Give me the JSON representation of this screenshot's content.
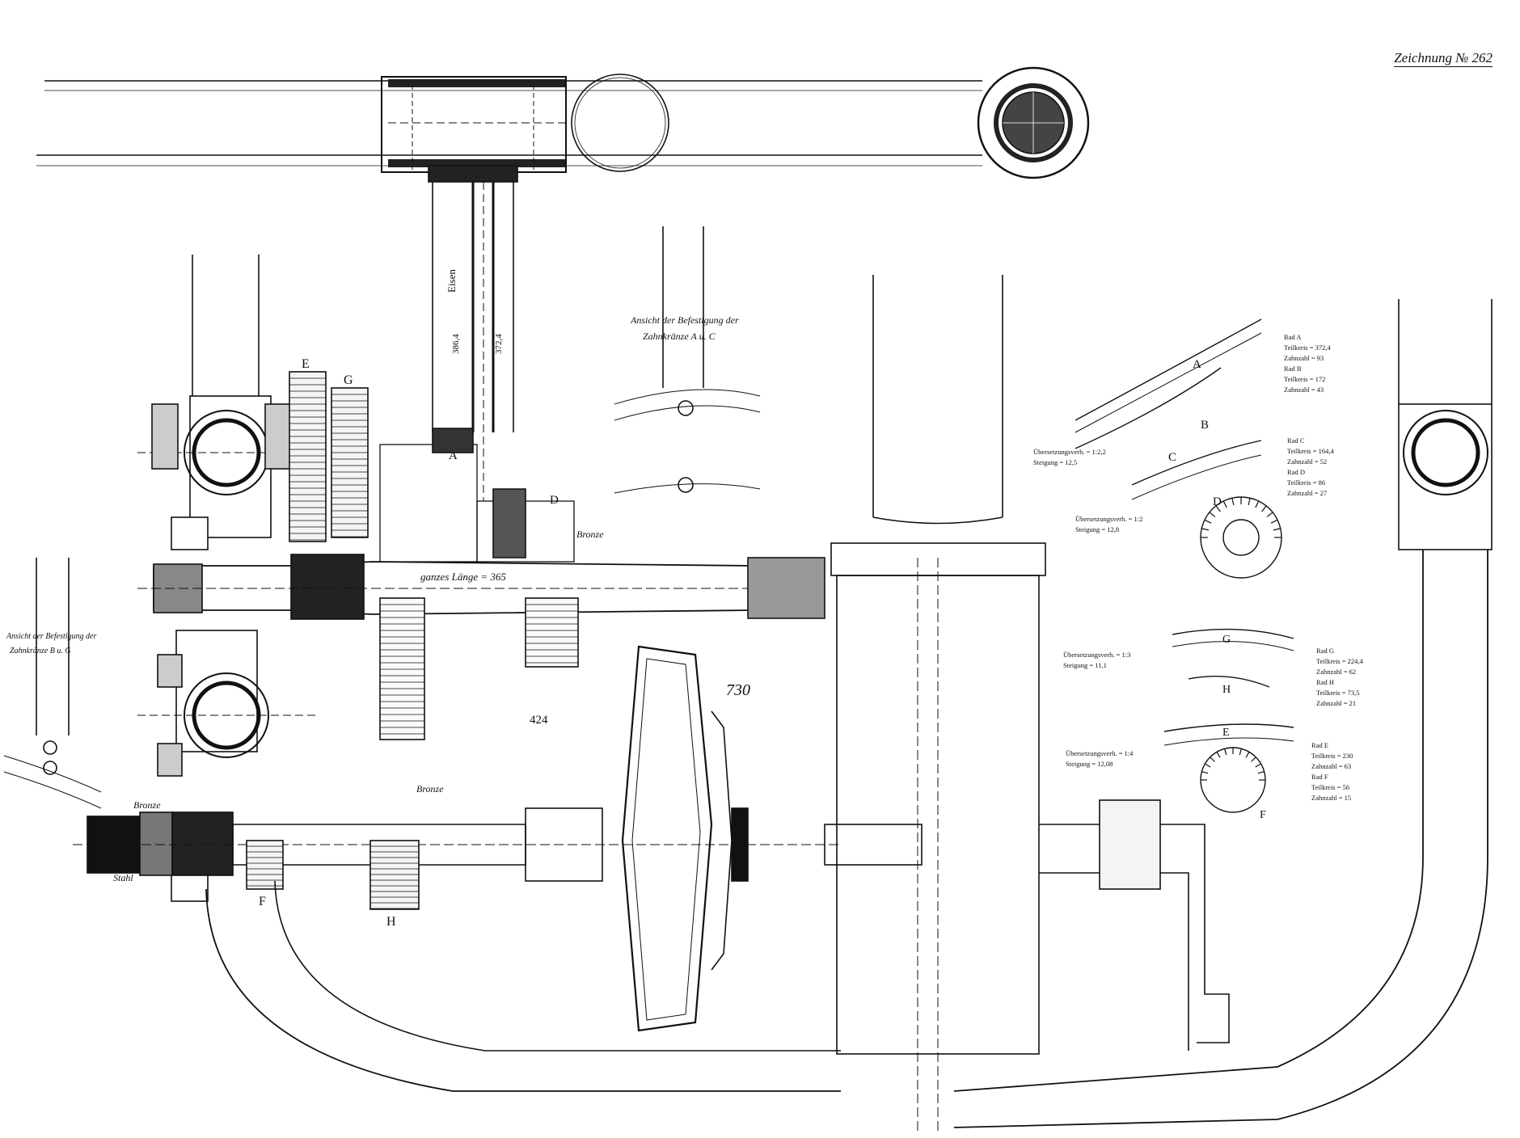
{
  "sheet_number": "Zeichnung № 262",
  "dimensions": {
    "shaft_total": "ganzes Länge = 365",
    "flywheel_diameter": "730",
    "center_distance": "424",
    "d_386": "386,4",
    "d_372": "372,4"
  },
  "material_labels": {
    "bronze_a": "Bronze",
    "bronze_b": "Bronze",
    "bronze_c": "Bronze",
    "steel": "Stahl",
    "iron": "Eisen"
  },
  "detail_views": {
    "ac_title_1": "Ansicht der Befestigung der",
    "ac_title_2": "Zahnkränze A u. C",
    "bg_title_1": "Ansicht der Befestigung der",
    "bg_title_2": "Zahnkränze B u. G"
  },
  "gear_letters": {
    "A": "A",
    "B": "B",
    "C": "C",
    "D": "D",
    "E": "E",
    "F": "F",
    "G": "G",
    "H": "H"
  },
  "gear_tables": [
    {
      "rows": [
        "Rad A",
        "Teilkreis = 372,4",
        "Zahnzahl = 93",
        "Rad B",
        "Teilkreis = 172",
        "Zahnzahl = 43"
      ],
      "ratio": [
        "Übersetzungsverh. = 1:2,2",
        "Steigung = 12,5"
      ]
    },
    {
      "rows": [
        "Rad C",
        "Teilkreis = 164,4",
        "Zahnzahl = 52",
        "Rad D",
        "Teilkreis = 86",
        "Zahnzahl = 27"
      ],
      "ratio": [
        "Übersetzungsverh. = 1:2",
        "Steigung = 12,8"
      ]
    },
    {
      "rows": [
        "Rad G",
        "Teilkreis = 224,4",
        "Zahnzahl = 62",
        "Rad H",
        "Teilkreis = 73,5",
        "Zahnzahl = 21"
      ],
      "ratio": [
        "Übersetzungsverh. = 1:3",
        "Steigung = 11,1"
      ]
    },
    {
      "rows": [
        "Rad E",
        "Teilkreis = 230",
        "Zahnzahl = 63",
        "Rad F",
        "Teilkreis = 56",
        "Zahnzahl = 15"
      ],
      "ratio": [
        "Übersetzungsverh. = 1:4",
        "Steigung = 12,08"
      ]
    }
  ]
}
